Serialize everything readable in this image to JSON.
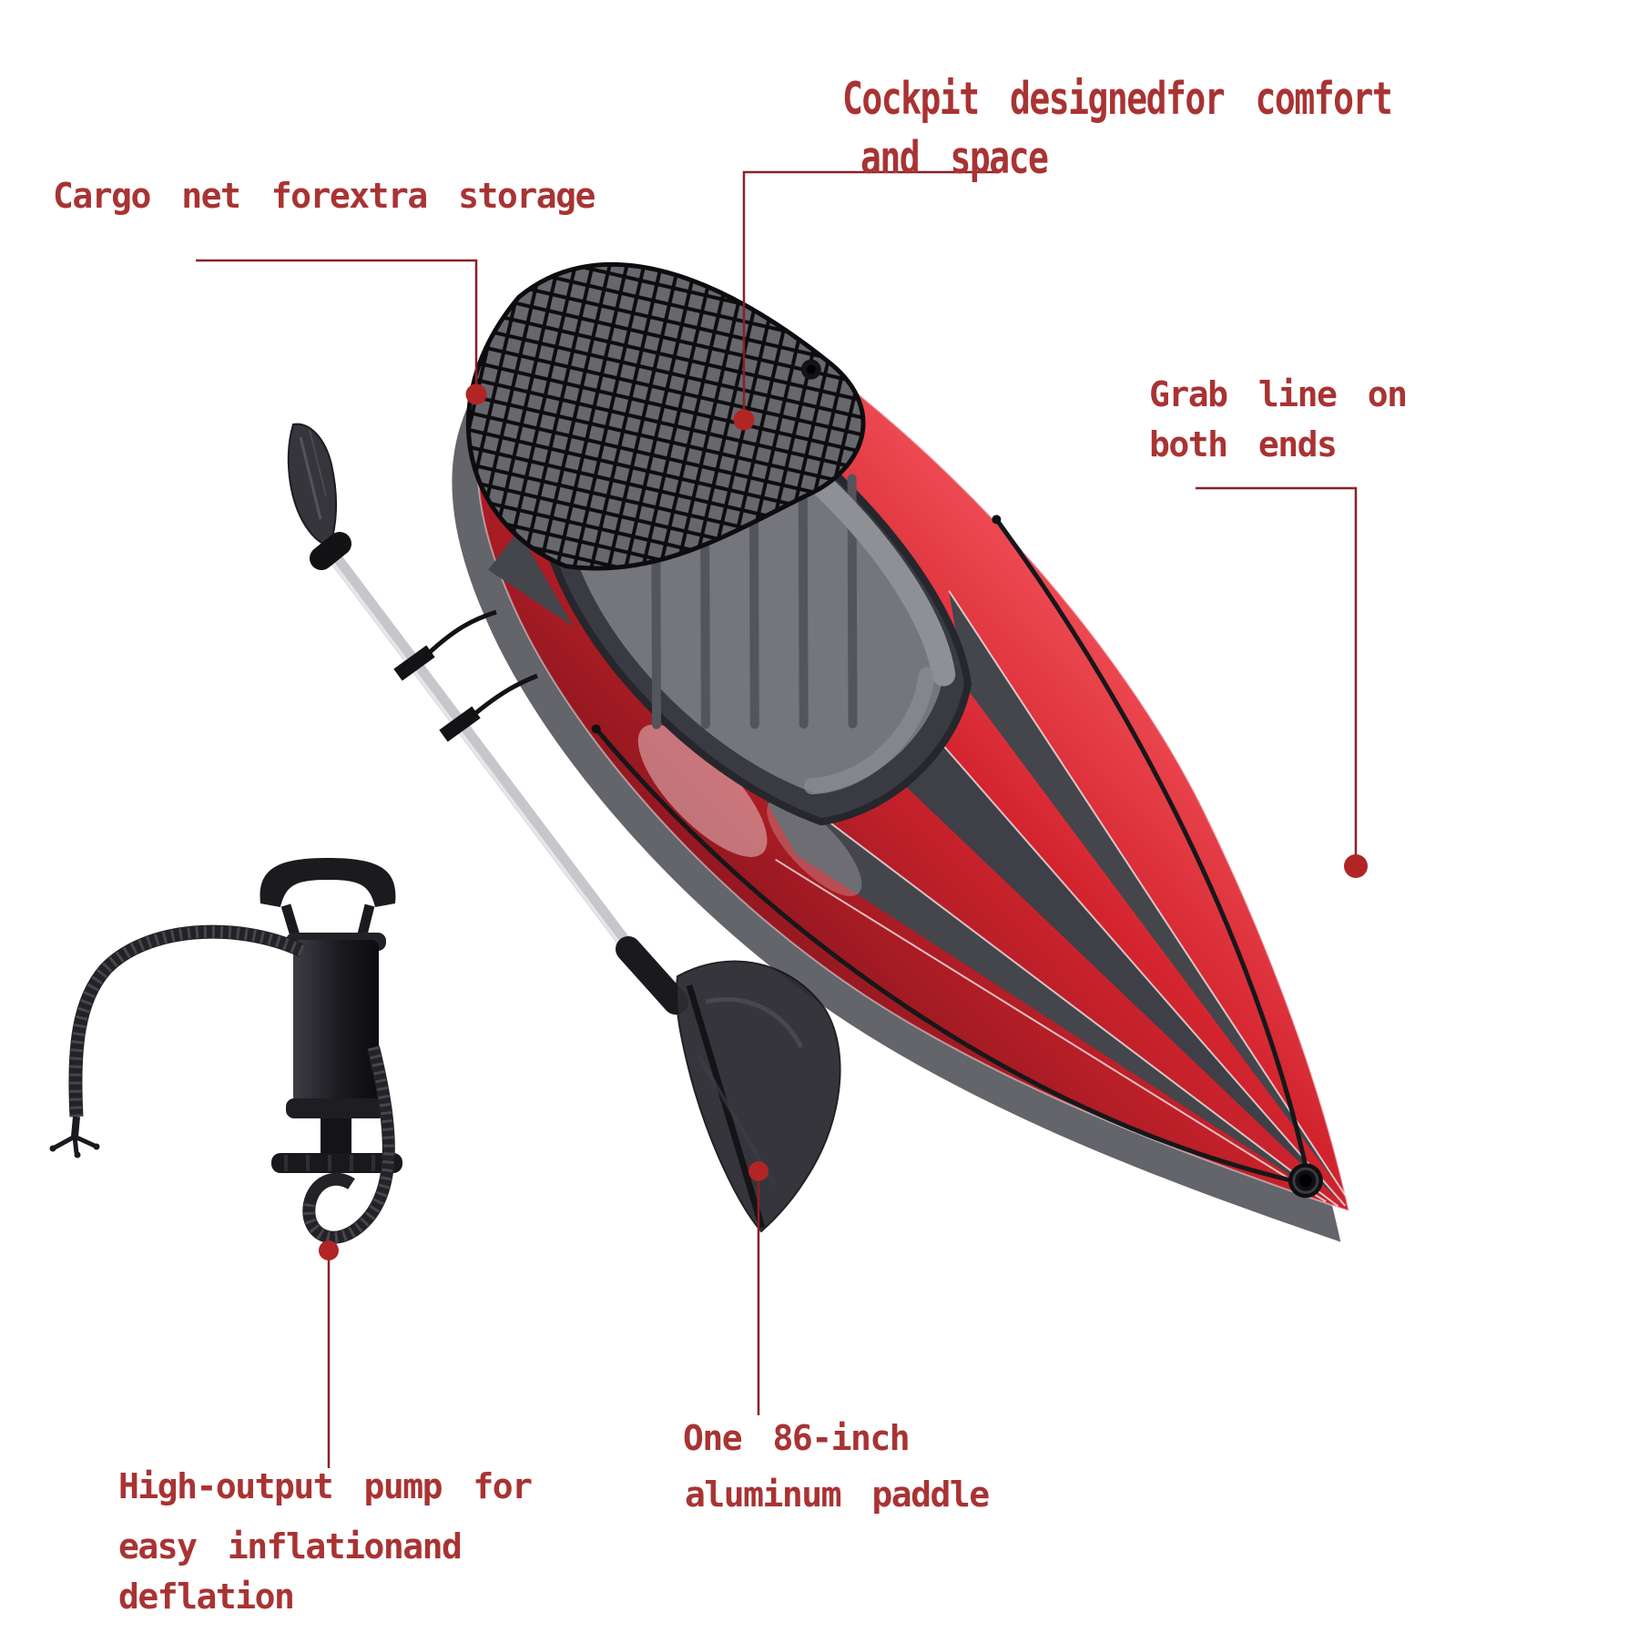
{
  "page": {
    "background": "#ffffff"
  },
  "colors": {
    "annotation_text": "#a93333",
    "leader_line": "#8d2022",
    "callout_dot": "#b12525",
    "kayak_red": "#d32730",
    "kayak_dark_stripe": "#45454c",
    "kayak_hull_gray": "#64646b",
    "cockpit_gray": "#75757c",
    "net_black": "#0d0d10",
    "cord_black": "#17171a",
    "paddle_shaft_silver": "#c6c6cb",
    "paddle_blade_dark": "#2b2b31",
    "pump_black": "#1b1b1f"
  },
  "callouts": {
    "cargo_net": {
      "text": "Cargo net forextra storage"
    },
    "cockpit": {
      "lines": [
        "Cockpit designedfor comfort",
        "and space"
      ]
    },
    "grab_line": {
      "lines": [
        "Grab line on",
        "both ends"
      ]
    },
    "paddle": {
      "lines": [
        "One 86-inch",
        "aluminum paddle"
      ]
    },
    "pump": {
      "lines": [
        "High-output pump for",
        "easy inflationand",
        "deflation"
      ]
    }
  },
  "illustration_items": {
    "kayak": "inflatable-kayak",
    "cargo_net": "cargo-net",
    "seat": "cockpit-seat",
    "grab_line": "grab-line-cord",
    "paddle": "aluminum-paddle",
    "pump": "high-output-hand-pump"
  }
}
